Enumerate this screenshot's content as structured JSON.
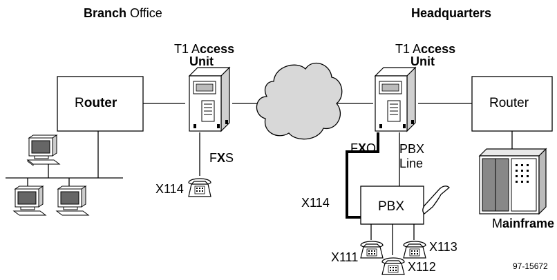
{
  "labels": {
    "branch_office_prefix": "Branch ",
    "branch_office_suffix": "Office",
    "headquarters": "Headquarters",
    "t1_access_unit_left_line1_a": "T1 A",
    "t1_access_unit_left_line1_b": "ccess",
    "t1_access_unit_left_line2": "Unit",
    "t1_access_unit_right_line1_a": "T1 A",
    "t1_access_unit_right_line1_b": "ccess",
    "t1_access_unit_right_line2": "Unit",
    "router_left_a": "R",
    "router_left_b": "outer",
    "router_right": "Router",
    "fxs_a": "F",
    "fxs_b": "X",
    "fxs_c": "S",
    "fxo_a": "F",
    "fxo_b": "X",
    "fxo_c": "O",
    "pbx_line_1": "PBX",
    "pbx_line_2": "Line",
    "pbx": "PBX",
    "mainframe_a": "M",
    "mainframe_b": "ainframe",
    "x114_branch": "X114",
    "x114_hq": "X114",
    "x111": "X111",
    "x112": "X112",
    "x113": "X113",
    "figure_id": "97-15672"
  },
  "icons": [
    "cloud-icon",
    "t1-access-unit-icon",
    "telephone-icon",
    "computer-icon",
    "mainframe-icon",
    "handset-icon"
  ]
}
